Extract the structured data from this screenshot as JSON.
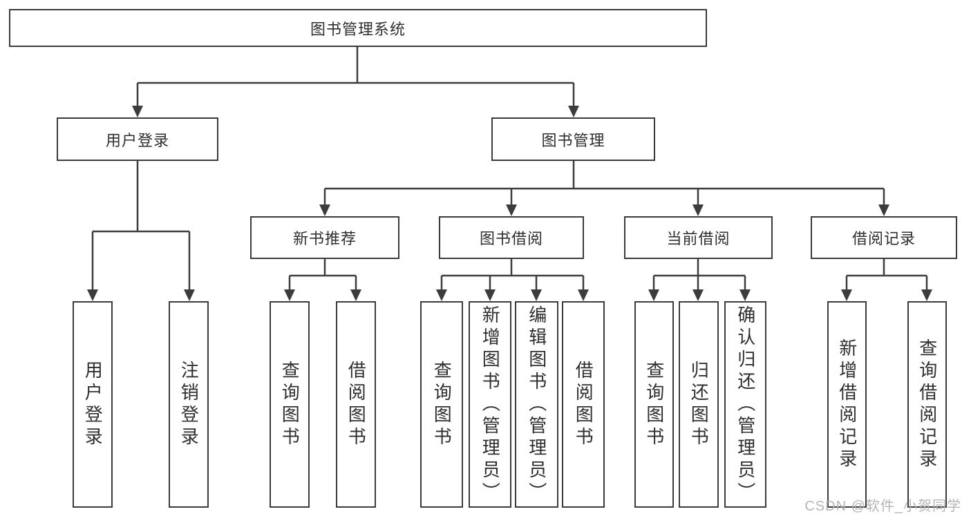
{
  "diagram": {
    "root": "图书管理系统",
    "level2": {
      "user_login": "用户登录",
      "book_mgmt": "图书管理"
    },
    "level3": {
      "new_book_rec": "新书推荐",
      "book_borrow": "图书借阅",
      "current_borrow": "当前借阅",
      "borrow_records": "借阅记录"
    },
    "leaves": {
      "user_login": "用户登录",
      "logout": "注销登录",
      "rec_query_book": "查询图书",
      "rec_borrow_book": "借阅图书",
      "bb_query_book": "查询图书",
      "bb_add_book": "新增图书（管理员）",
      "bb_edit_book": "编辑图书（管理员）",
      "bb_borrow_book": "借阅图书",
      "cb_query_book": "查询图书",
      "cb_return_book": "归还图书",
      "cb_confirm_return": "确认归还（管理员）",
      "br_add_record": "新增借阅记录",
      "br_query_record": "查询借阅记录"
    }
  },
  "watermark": "CSDN @软件_小贺同学",
  "colors": {
    "line": "#3c3c3c",
    "border": "#3a3a3a",
    "text": "#2e2e2e",
    "watermark": "#b5b5b5",
    "background": "#ffffff"
  }
}
